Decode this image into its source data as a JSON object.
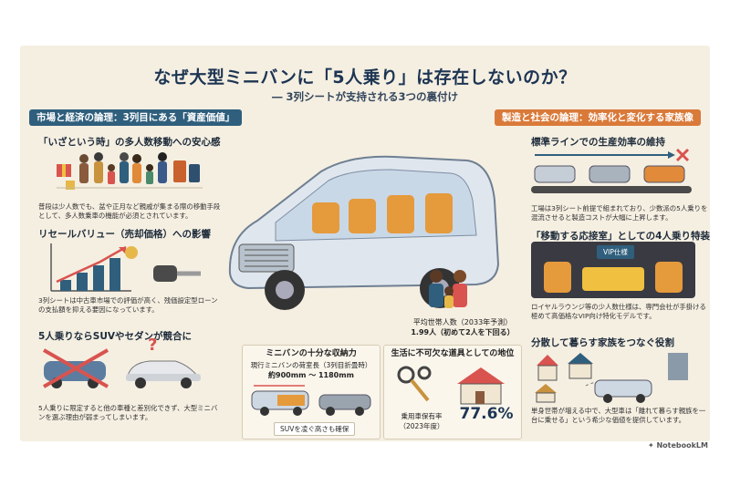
{
  "title": "なぜ大型ミニバンに「5人乗り」は存在しないのか？",
  "subtitle": "― 3列シートが支持される3つの裏付け",
  "left_header": "市場と経済の論理：3列目にある「資産価値」",
  "right_header": "製造と社会の論理：効率化と変化する家族像",
  "left_sections": [
    {
      "title": "「いざという時」の多人数移動への安心感",
      "body": "普段は少人数でも、盆や正月など親戚が集まる際の移動手段として、多人数乗車の機能が必須とされています。"
    },
    {
      "title": "リセールバリュー（売却価格）への影響",
      "body": "3列シートは中古車市場での評価が高く、残価設定型ローンの支払額を抑える要因になっています。"
    },
    {
      "title": "5人乗りならSUVやセダンが競合に",
      "body": "5人乗りに限定すると他の車種と差別化できず、大型ミニバンを選ぶ理由が弱まってしまいます。"
    }
  ],
  "right_sections": [
    {
      "title": "標準ラインでの生産効率の維持",
      "body": "工場は3列シート前提で組まれており、少数派の5人乗りを混流させると製造コストが大幅に上昇します。"
    },
    {
      "title": "「移動する応接室」としての4人乗り特装車",
      "body": "ロイヤルラウンジ等の少人数仕様は、専門会社が手掛ける極めて高価格なVIP向け特化モデルです。",
      "sign": "VIP仕様"
    },
    {
      "title": "分散して暮らす家族をつなぐ役割",
      "body": "単身世帯が増える中で、大型車は「離れて暮らす親族を一台に乗せる」という希少な価値を提供しています。"
    }
  ],
  "household": {
    "label": "平均世帯人数（2033年予測）",
    "value": "1.99人（初めて2人を下回る）"
  },
  "storage": {
    "title": "ミニバンの十分な収納力",
    "line1": "現行ミニバンの荷室長（3列目折畳時）",
    "line2": "約900mm ～ 1180mm",
    "caption": "SUVを凌ぐ高さも確保"
  },
  "ownership": {
    "title": "生活に不可欠な道具としての地位",
    "label": "乗用車保有率",
    "year": "（2023年度）",
    "value": "77.6%"
  },
  "brand": "NotebookLM",
  "colors": {
    "navy": "#1d3553",
    "teal": "#2f5f7d",
    "orange": "#d97a3a",
    "bg": "#f5efe2"
  }
}
